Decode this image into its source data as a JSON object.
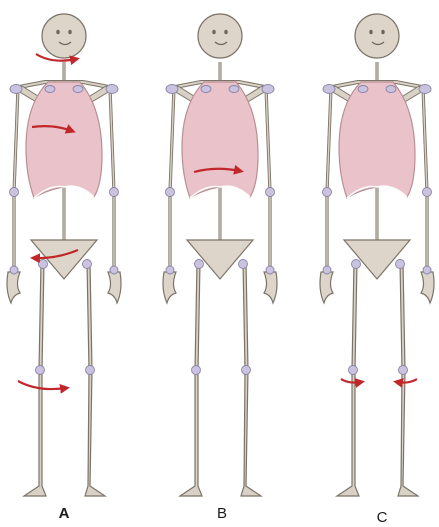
{
  "labels": {
    "a": "A",
    "b": "B",
    "c": "C"
  },
  "colors": {
    "bone": "#ddd5c9",
    "bone_outline": "#7b7468",
    "ribcage": "#e9c3c9",
    "ribcage_outline": "#b98e95",
    "joint": "#c9c3df",
    "joint_outline": "#8a84a8",
    "arrow": "#c0262a",
    "face": "#6e665c"
  }
}
